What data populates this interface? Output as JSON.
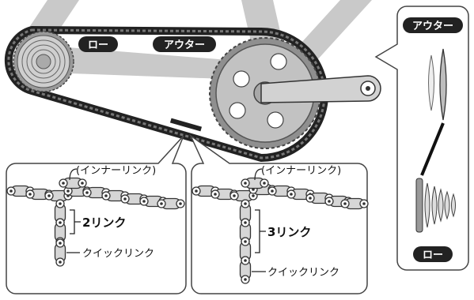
{
  "drivetrain": {
    "label_low": "ロー",
    "label_outer": "アウター"
  },
  "inset_right": {
    "label_outer": "アウター",
    "label_low": "ロー"
  },
  "panel_left": {
    "inner_link_label": "(インナーリンク)",
    "length_label": "2リンク",
    "quick_link_label": "クイックリンク"
  },
  "panel_right": {
    "inner_link_label": "(インナーリンク)",
    "length_label": "3リンク",
    "quick_link_label": "クイックリンク"
  }
}
